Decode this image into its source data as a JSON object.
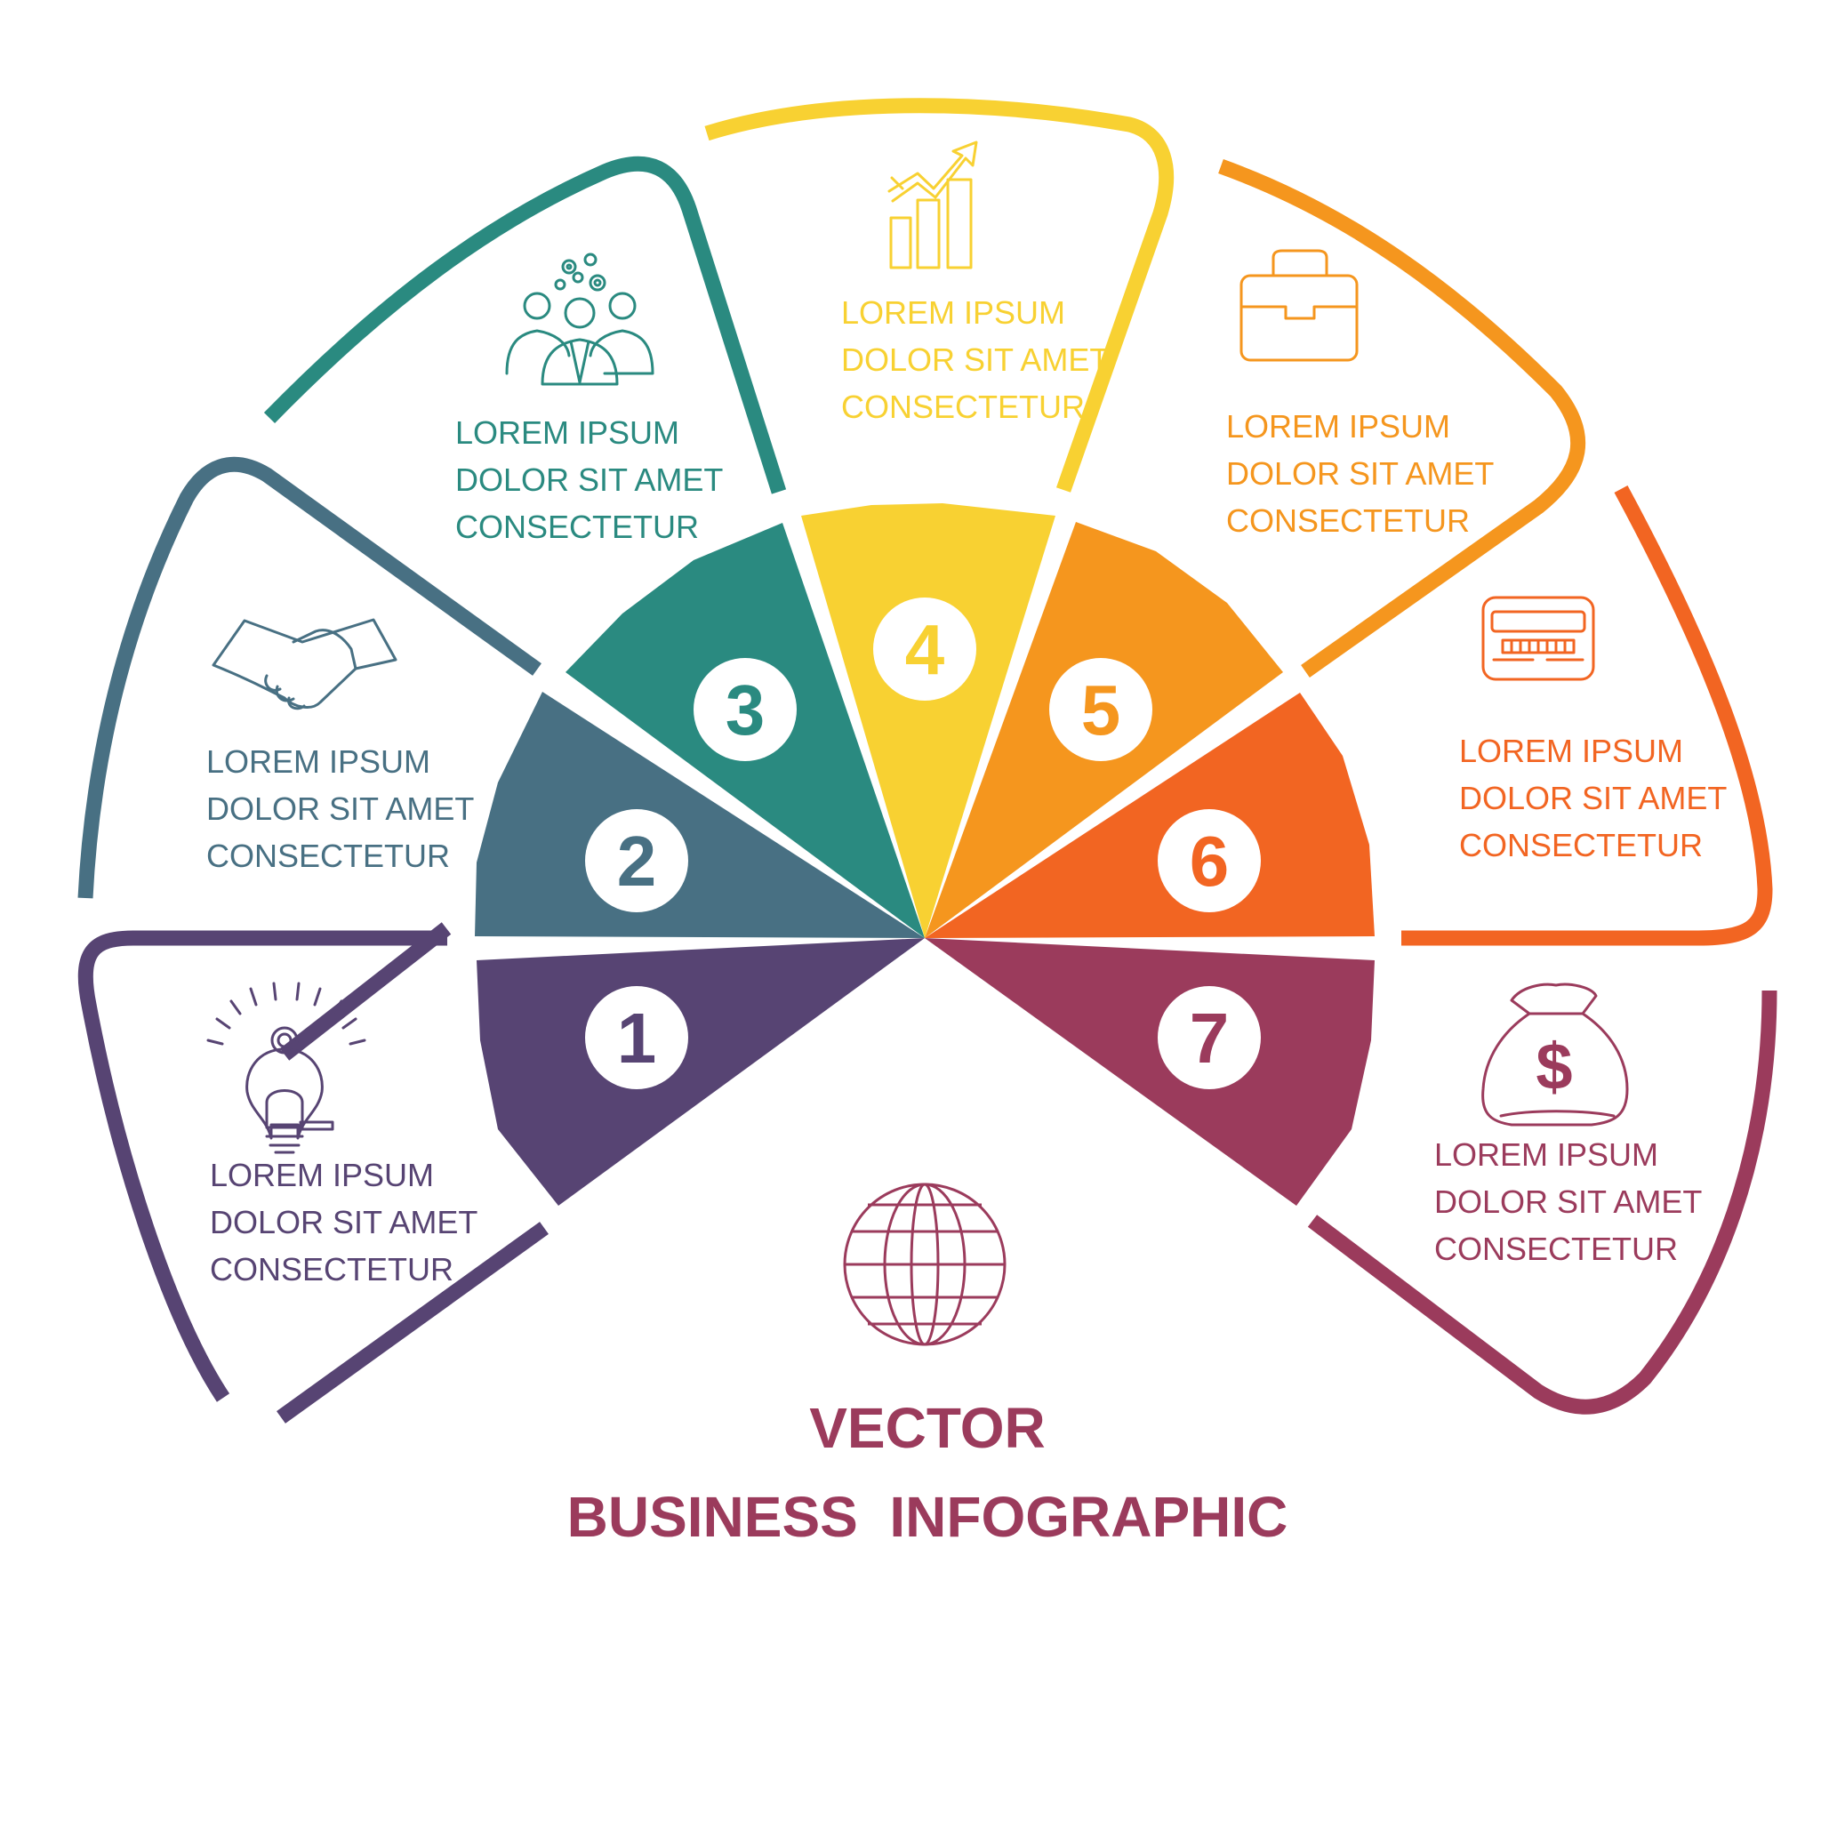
{
  "title": {
    "line1": "VECTOR",
    "line2": "BUSINESS  INFOGRAPHIC",
    "color": "#9B3B5C"
  },
  "segments": [
    {
      "number": "1",
      "color": "#574473",
      "icon": "lightbulb-icon",
      "lines": [
        "LOREM IPSUM",
        "DOLOR SIT AMET",
        "CONSECTETUR"
      ]
    },
    {
      "number": "2",
      "color": "#487083",
      "icon": "handshake-icon",
      "lines": [
        "LOREM IPSUM",
        "DOLOR SIT AMET",
        "CONSECTETUR"
      ]
    },
    {
      "number": "3",
      "color": "#2A8A80",
      "icon": "team-gears-icon",
      "lines": [
        "LOREM IPSUM",
        "DOLOR SIT AMET",
        "CONSECTETUR"
      ]
    },
    {
      "number": "4",
      "color": "#F8D132",
      "icon": "growth-chart-icon",
      "lines": [
        "LOREM IPSUM",
        "DOLOR SIT AMET",
        "CONSECTETUR"
      ]
    },
    {
      "number": "5",
      "color": "#F5961E",
      "icon": "briefcase-icon",
      "lines": [
        "LOREM IPSUM",
        "DOLOR SIT AMET",
        "CONSECTETUR"
      ]
    },
    {
      "number": "6",
      "color": "#F26522",
      "icon": "credit-card-icon",
      "lines": [
        "LOREM IPSUM",
        "DOLOR SIT AMET",
        "CONSECTETUR"
      ]
    },
    {
      "number": "7",
      "color": "#9B3B5C",
      "icon": "money-bag-icon",
      "lines": [
        "LOREM IPSUM",
        "DOLOR SIT AMET",
        "CONSECTETUR"
      ]
    }
  ],
  "center_icon": {
    "icon": "globe-icon",
    "color": "#9B3B5C"
  }
}
